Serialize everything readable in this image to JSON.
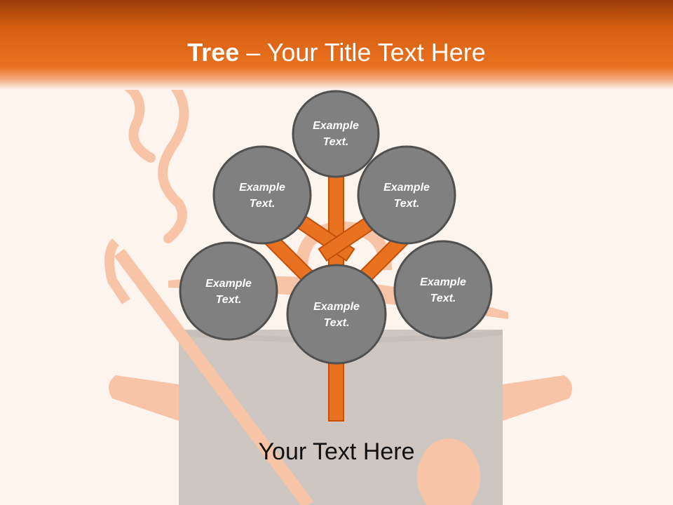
{
  "title": {
    "bold": "Tree",
    "rest": " – Your Title Text Here"
  },
  "nodes": [
    {
      "line1": "Example",
      "line2": "Text."
    },
    {
      "line1": "Example",
      "line2": "Text."
    },
    {
      "line1": "Example",
      "line2": "Text."
    },
    {
      "line1": "Example",
      "line2": "Text."
    },
    {
      "line1": "Example",
      "line2": "Text."
    },
    {
      "line1": "Example",
      "line2": "Text."
    }
  ],
  "footer_text": "Your Text Here",
  "colors": {
    "accent": "#e8721f",
    "node_fill": "#808080",
    "node_stroke": "#505050",
    "header_dark": "#9a3c0a"
  }
}
